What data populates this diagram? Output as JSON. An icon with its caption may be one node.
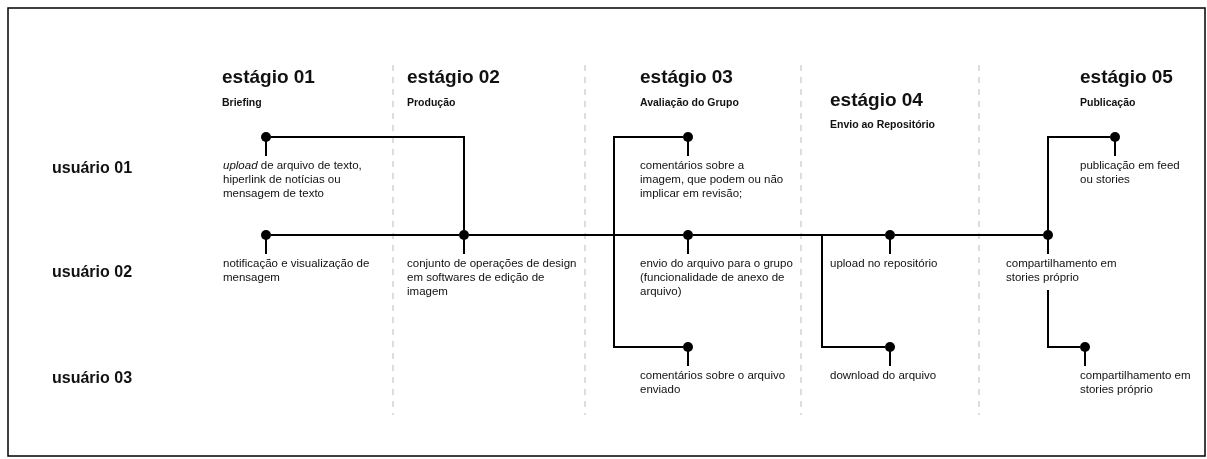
{
  "diagram": {
    "nodes": [
      {
        "text": [
          "*upload* de arquivo de texto, hiperlink de notícias ou mensagem de texto"
        ]
      },
      {
        "text": [
          "notificação e visualização de mensagem"
        ]
      },
      {
        "text": [
          "conjunto de operações de design em softwares de edição de imagem"
        ]
      },
      {
        "text": [
          "comentários sobre a imagem, que podem ou não implicar em revisão;"
        ]
      },
      {
        "text": [
          "envio do arquivo para o grupo (funcionalidade de anexo de arquivo)"
        ]
      },
      {
        "text": [
          "comentários sobre o arquivo enviado"
        ]
      },
      {
        "text": [
          "upload no repositório"
        ]
      },
      {
        "text": [
          "download do arquivo"
        ]
      },
      {
        "text": [
          "publicação em feed ou stories"
        ]
      },
      {
        "text": [
          "compartilhamento em stories próprio"
        ]
      },
      {
        "text": [
          "compartilhamento em stories próprio"
        ]
      }
    ],
    "edges": [
      {
        "from": 0,
        "to": 2,
        "arrow": "none"
      },
      {
        "from": 1,
        "to": 2,
        "arrow": "none"
      },
      {
        "from": 2,
        "to": 4,
        "arrow": "none"
      },
      {
        "from": 2,
        "to": 3,
        "arrow": "none"
      },
      {
        "from": 2,
        "to": 5,
        "arrow": "none"
      },
      {
        "from": 4,
        "to": 6,
        "arrow": "none"
      },
      {
        "from": 4,
        "to": 7,
        "arrow": "none"
      },
      {
        "from": 6,
        "to": 9,
        "arrow": "none"
      },
      {
        "from": 9,
        "to": 8,
        "arrow": "none"
      },
      {
        "from": 9,
        "to": 10,
        "arrow": "none"
      }
    ],
    "labels": [
      "estágio 01",
      "Briefing",
      "estágio 02",
      "Produção",
      "estágio 03",
      "Avaliação do Grupo",
      "estágio 04",
      "Envio ao Repositório",
      "estágio 05",
      "Publicação",
      "usuário 01",
      "usuário 02",
      "usuário 03"
    ]
  }
}
